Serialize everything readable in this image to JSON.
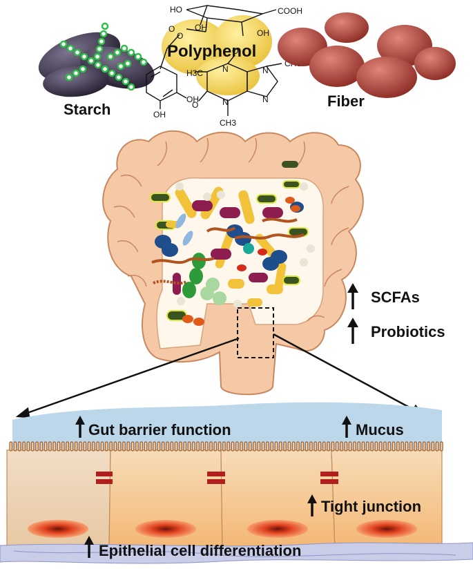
{
  "foods": {
    "starch": "Starch",
    "polyphenol": "Polyphenol",
    "fiber": "Fiber"
  },
  "chemical_labels": {
    "ho_top": "HO",
    "oh_ring": "OH",
    "cooh": "COOH",
    "oh_right": "OH",
    "oh_phenol1": "OH",
    "oh_phenol2": "OH",
    "ch3_left": "H3C",
    "ch3_right": "CH3",
    "ch3_bottom": "CH3",
    "n1": "N",
    "n2": "N",
    "n3": "N",
    "n4": "N",
    "o1": "O",
    "o2": "O",
    "o3": "O",
    "o4": "O"
  },
  "effects": {
    "scfas": "SCFAs",
    "probiotics": "Probiotics",
    "gut_barrier": "Gut barrier function",
    "mucus": "Mucus",
    "tight_junction": "Tight junction",
    "epithelial": "Epithelial cell differentiation"
  },
  "colors": {
    "colon": "#f6c9a6",
    "colon_stroke": "#c8875e",
    "mucus": "#bcd6ea",
    "cell": "#f8cf9a",
    "nucleus": "#e8492c",
    "junction": "#b21e1e",
    "starch_bead": "#3fd05a",
    "potato_dark": "#3e3550",
    "potato_yellow": "#f4d65c",
    "potato_red": "#b5463a"
  },
  "icons": [
    "up-arrow-icon",
    "zoom-box",
    "starch-chain"
  ]
}
